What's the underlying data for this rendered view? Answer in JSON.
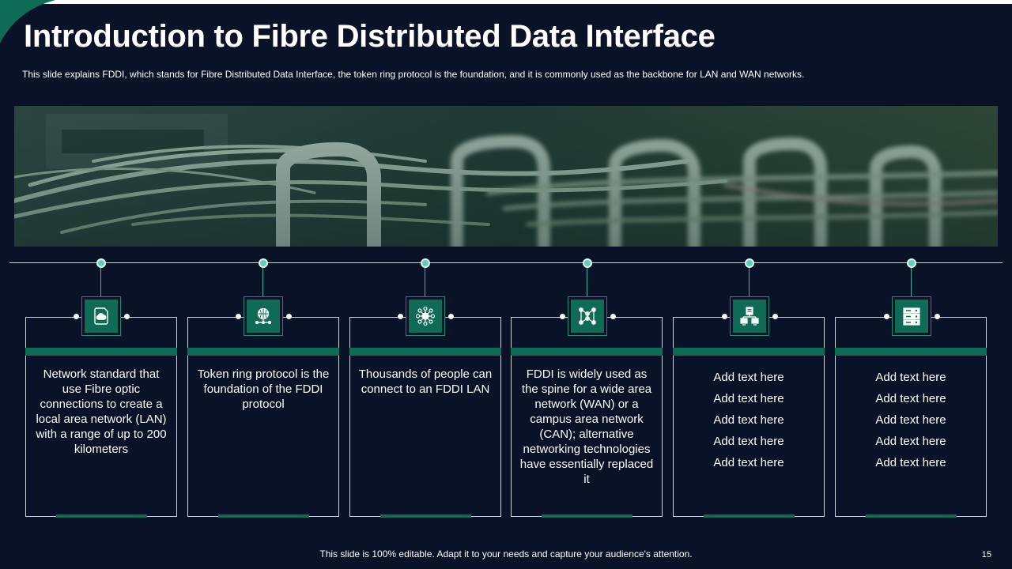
{
  "slide": {
    "title": "Introduction to Fibre Distributed Data Interface",
    "subtitle": "This slide explains FDDI, which stands for Fibre Distributed Data Interface, the token ring protocol is the foundation, and it is commonly used as the backbone for LAN and WAN networks.",
    "footer_note": "This slide is 100% editable. Adapt it to your needs and capture your audience's attention.",
    "page_number": "15"
  },
  "colors": {
    "background": "#0a1228",
    "accent_green": "#0e6b55",
    "node_teal": "#5ccfbe"
  },
  "cards": [
    {
      "icon": "cloud-document-icon",
      "text": "Network standard that use Fibre optic connections to create a local area network (LAN) with a range of up to 200 kilometers"
    },
    {
      "icon": "globe-network-icon",
      "text": "Token ring protocol is the foundation of the FDDI protocol"
    },
    {
      "icon": "hub-network-icon",
      "text": "Thousands of people can connect to an FDDI LAN"
    },
    {
      "icon": "mesh-network-icon",
      "text": "FDDI is widely used as the spine for a wide area network (WAN) or a campus area network (CAN); alternative networking technologies have essentially replaced it"
    },
    {
      "icon": "server-computers-icon",
      "items": [
        "Add text here",
        "Add text here",
        "Add text here",
        "Add text here",
        "Add text here"
      ]
    },
    {
      "icon": "server-rack-icon",
      "items": [
        "Add text here",
        "Add text here",
        "Add text here",
        "Add text here",
        "Add text here"
      ]
    }
  ]
}
